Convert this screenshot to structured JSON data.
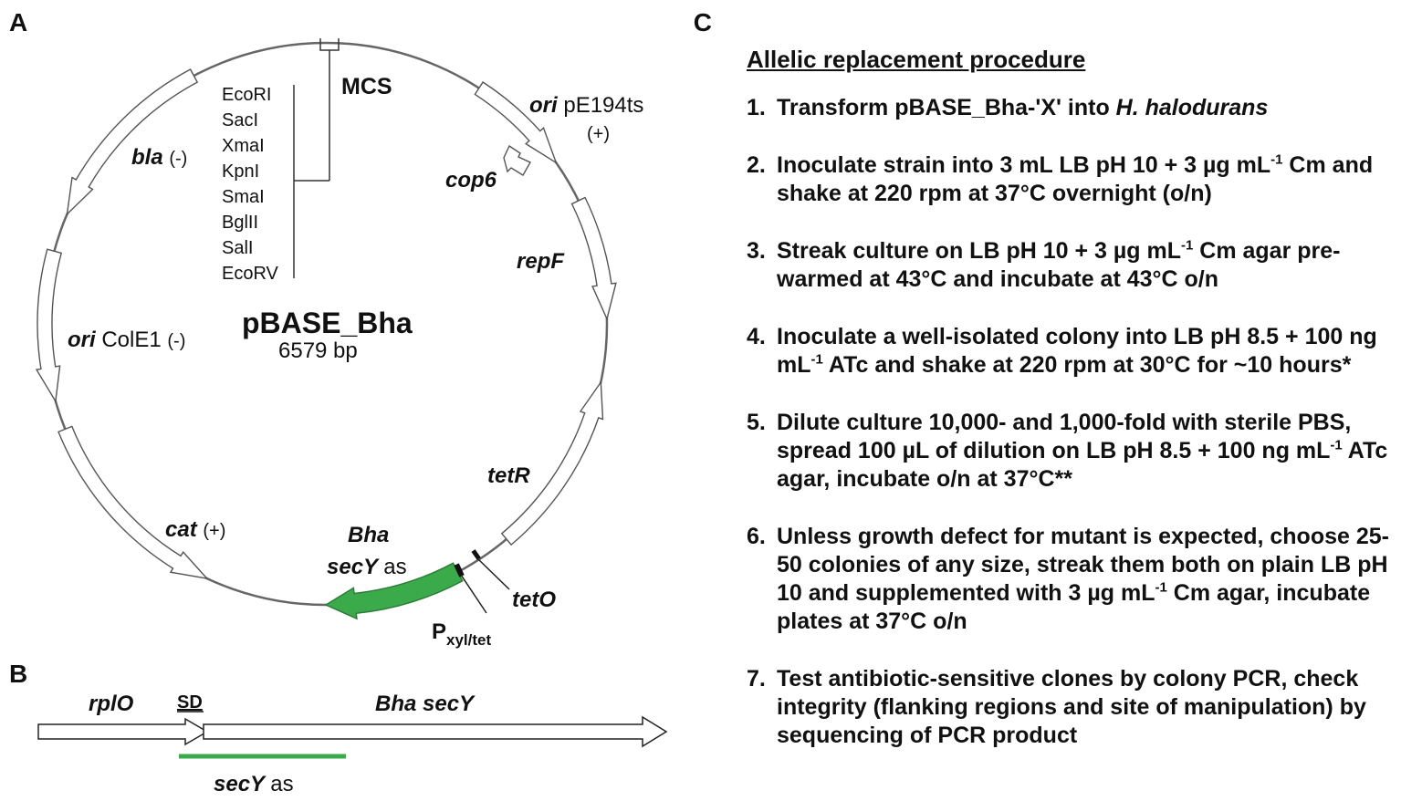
{
  "panels": {
    "a": "A",
    "b": "B",
    "c": "C"
  },
  "plasmid": {
    "name": "pBASE_Bha",
    "size": "6579 bp",
    "mcs_label": "MCS",
    "sites": [
      "EcoRI",
      "SacI",
      "XmaI",
      "KpnI",
      "SmaI",
      "BglII",
      "SalI",
      "EcoRV"
    ],
    "features": {
      "ori_pe194ts": {
        "italic": "ori",
        "plain": "pE194ts",
        "strand": "(+)"
      },
      "cop6": "cop6",
      "repF": "repF",
      "tetR": "tetR",
      "tetO": "tetO",
      "pxyl_main": "P",
      "pxyl_sub": "xyl/tet",
      "bha_line1": "Bha",
      "bha_line2_italic": "secY",
      "bha_line2_plain": "as",
      "cat": {
        "name": "cat",
        "strand": "(+)"
      },
      "ori_cole1": {
        "italic": "ori",
        "plain": "ColE1",
        "strand": "(-)"
      },
      "bla": {
        "name": "bla",
        "strand": "(-)"
      }
    },
    "colors": {
      "antisense": "#3aaa4a",
      "backbone": "#666666",
      "gene_fill": "#ffffff"
    }
  },
  "operon": {
    "rplO": "rplO",
    "sd": "SD",
    "bha_secY": "Bha secY",
    "secY_as_italic": "secY",
    "secY_as_plain": "as"
  },
  "procedure": {
    "title": "Allelic replacement procedure",
    "steps": [
      {
        "num": "1.",
        "html": "Transform pBASE_Bha-'X' into <i>H. halodurans</i>"
      },
      {
        "num": "2.",
        "html": "Inoculate strain into 3 mL LB pH 10 + 3 µg mL<sup>-1</sup> Cm and shake at 220 rpm at 37°C overnight (o/n)"
      },
      {
        "num": "3.",
        "html": "Streak culture on LB pH 10 + 3 µg mL<sup>-1</sup> Cm agar pre-warmed at 43°C and incubate at 43°C o/n"
      },
      {
        "num": "4.",
        "html": "Inoculate a well-isolated colony into LB pH 8.5 + 100 ng mL<sup>-1</sup> ATc and shake at 220 rpm at 30°C for ~10 hours*"
      },
      {
        "num": "5.",
        "html": "Dilute culture 10,000- and 1,000-fold with sterile PBS, spread 100 µL of dilution on LB pH 8.5 + 100 ng mL<sup>-1</sup> ATc agar, incubate o/n at 37°C**"
      },
      {
        "num": "6.",
        "html": "Unless growth defect for mutant is expected, choose 25-50 colonies of any size, streak them both on plain LB pH 10 and supplemented with 3 µg mL<sup>-1</sup> Cm agar, incubate plates at 37°C o/n"
      },
      {
        "num": "7.",
        "html": "Test antibiotic-sensitive clones by colony PCR, check integrity (flanking regions and site of manipulation) by sequencing of PCR product"
      }
    ]
  }
}
